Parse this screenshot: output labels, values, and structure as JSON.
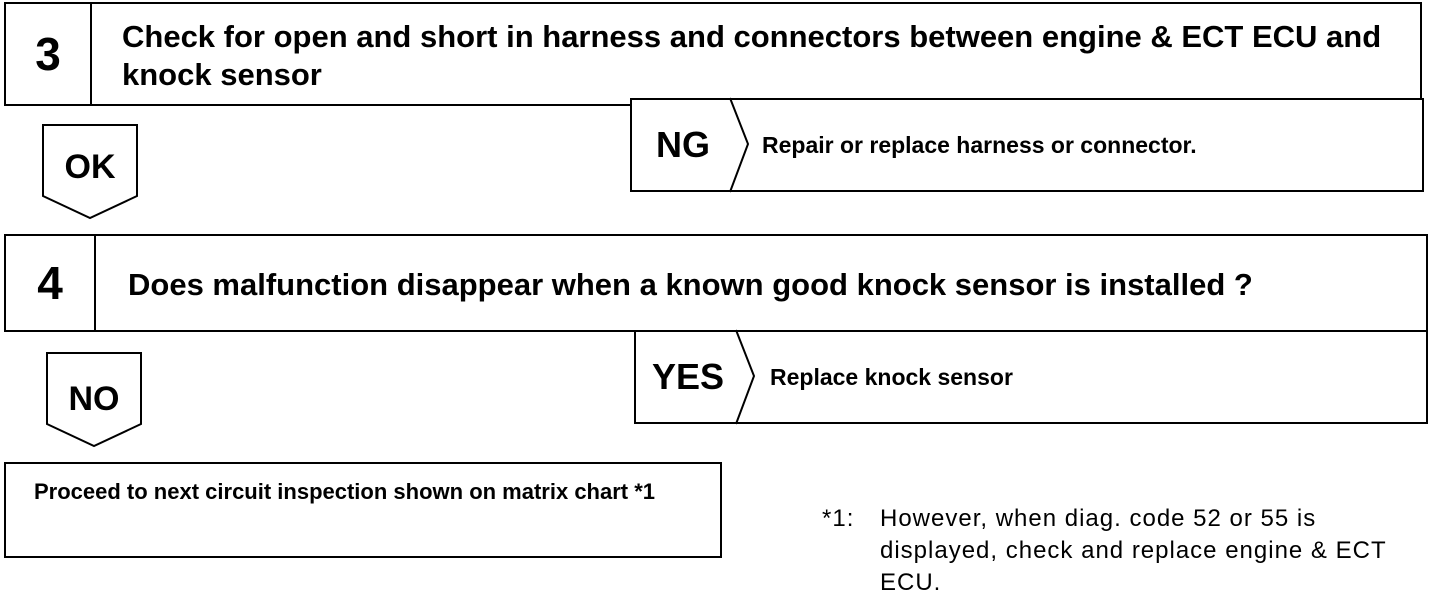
{
  "steps": [
    {
      "number": "3",
      "text": "Check for open and short in harness and connectors between engine & ECT ECU and knock sensor",
      "continue_label": "OK",
      "branch_label": "NG",
      "branch_text": "Repair or replace harness or connector."
    },
    {
      "number": "4",
      "text": "Does malfunction disappear when a known good knock sensor is installed ?",
      "continue_label": "NO",
      "branch_label": "YES",
      "branch_text": "Replace knock sensor"
    }
  ],
  "final": {
    "text": "Proceed to next circuit inspection shown on matrix chart *1"
  },
  "note": {
    "mark": "*1:",
    "text": "However, when diag. code 52 or 55 is displayed, check and replace engine & ECT ECU."
  }
}
